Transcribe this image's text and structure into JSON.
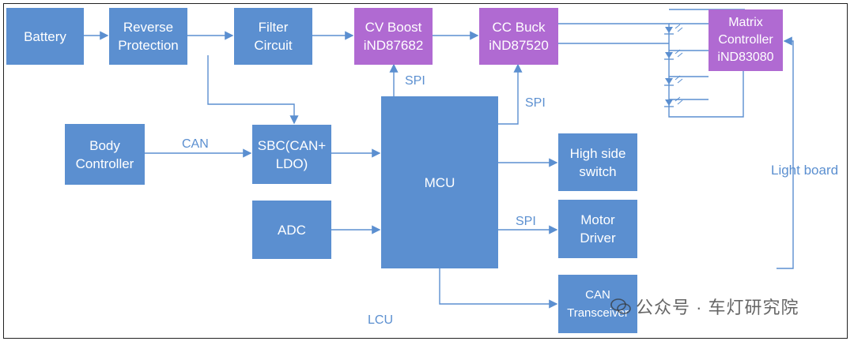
{
  "blocks": {
    "battery": "Battery",
    "reverse_protection": "Reverse\nProtection",
    "filter_circuit": "Filter\nCircuit",
    "cv_boost": "CV Boost\niND87682",
    "cc_buck": "CC Buck\niND87520",
    "matrix_controller": "Matrix\nController\niND83080",
    "body_controller": "Body\nController",
    "sbc": "SBC(CAN+\nLDO)",
    "adc": "ADC",
    "mcu": "MCU",
    "high_side_switch": "High side\nswitch",
    "motor_driver": "Motor\nDriver",
    "can_transceiver": "CAN\nTransceiver"
  },
  "labels": {
    "spi_boost": "SPI",
    "spi_buck": "SPI",
    "spi_motor": "SPI",
    "can_body": "CAN",
    "light_board": "Light board",
    "lcu": "LCU"
  },
  "watermark": {
    "text": "公众号 · 车灯研究院",
    "icon": "wechat-icon"
  },
  "colors": {
    "block_blue": "#5b8fd0",
    "block_purple": "#b06ad2",
    "line": "#5b8fd0"
  }
}
